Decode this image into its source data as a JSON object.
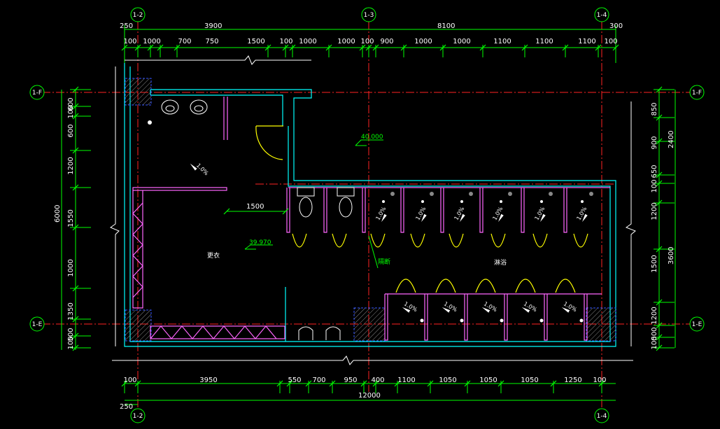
{
  "axes": {
    "top": [
      {
        "label": "1-2"
      },
      {
        "label": "1-3"
      },
      {
        "label": "1-4"
      }
    ],
    "bottom": [
      {
        "label": "1-2"
      },
      {
        "label": "1-4"
      }
    ],
    "left": [
      {
        "label": "1-F"
      },
      {
        "label": "1-E"
      }
    ],
    "right": [
      {
        "label": "1-F"
      },
      {
        "label": "1-E"
      }
    ]
  },
  "dimensions": {
    "top_overall": [
      "250",
      "3900",
      "8100",
      "300"
    ],
    "top_detail": [
      "100",
      "1000",
      "700",
      "750",
      "1500",
      "100",
      "1000",
      "1000",
      "100",
      "900",
      "1000",
      "1000",
      "1100",
      "1100",
      "1100",
      "100"
    ],
    "bottom_detail": [
      "100",
      "3950",
      "550",
      "700",
      "950",
      "400",
      "1100",
      "1050",
      "1050",
      "1050",
      "1250",
      "100"
    ],
    "bottom_total": "12000",
    "bottom_offset": "250",
    "left_detail": [
      "600",
      "100",
      "600",
      "1200",
      "1550",
      "1000",
      "1350",
      "500",
      "100"
    ],
    "left_total": "6000",
    "right_detail": [
      "850",
      "900",
      "650",
      "100",
      "1200",
      "1500",
      "1200",
      "500",
      "100"
    ],
    "right_totals": [
      "2400",
      "3600"
    ],
    "inner_1500": "1500"
  },
  "rooms": {
    "changing": "更衣",
    "shower": "淋浴",
    "partition": "隔断"
  },
  "levels": {
    "upper": "40.000",
    "lower": "39.970"
  },
  "slope": "1.0%"
}
